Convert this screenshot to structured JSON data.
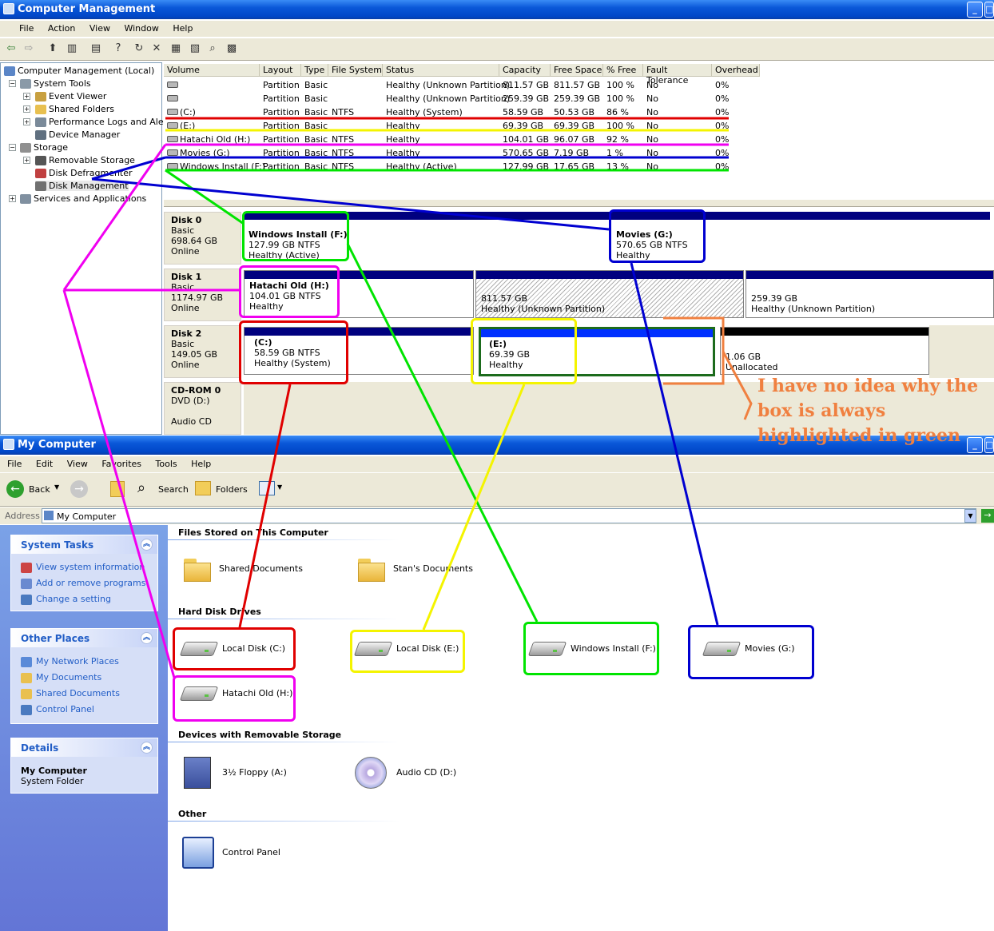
{
  "cm": {
    "title": "Computer Management",
    "menu": [
      "File",
      "Action",
      "View",
      "Window",
      "Help"
    ],
    "tree": [
      {
        "label": "Computer Management (Local)",
        "icon": "computer-icon"
      },
      {
        "label": "System Tools",
        "icon": "tools-icon"
      },
      {
        "label": "Event Viewer",
        "icon": "event-viewer-icon"
      },
      {
        "label": "Shared Folders",
        "icon": "shared-folder-icon"
      },
      {
        "label": "Performance Logs and Alerts",
        "icon": "performance-icon"
      },
      {
        "label": "Device Manager",
        "icon": "device-manager-icon"
      },
      {
        "label": "Storage",
        "icon": "storage-icon"
      },
      {
        "label": "Removable Storage",
        "icon": "removable-storage-icon"
      },
      {
        "label": "Disk Defragmenter",
        "icon": "defrag-icon"
      },
      {
        "label": "Disk Management",
        "icon": "disk-management-icon"
      },
      {
        "label": "Services and Applications",
        "icon": "services-icon"
      }
    ],
    "columns": [
      "Volume",
      "Layout",
      "Type",
      "File System",
      "Status",
      "Capacity",
      "Free Space",
      "% Free",
      "Fault Tolerance",
      "Overhead"
    ],
    "volumes": [
      [
        "",
        "Partition",
        "Basic",
        "",
        "Healthy (Unknown Partition)",
        "811.57 GB",
        "811.57 GB",
        "100 %",
        "No",
        "0%"
      ],
      [
        "",
        "Partition",
        "Basic",
        "",
        "Healthy (Unknown Partition)",
        "259.39 GB",
        "259.39 GB",
        "100 %",
        "No",
        "0%"
      ],
      [
        "(C:)",
        "Partition",
        "Basic",
        "NTFS",
        "Healthy (System)",
        "58.59 GB",
        "50.53 GB",
        "86 %",
        "No",
        "0%"
      ],
      [
        "(E:)",
        "Partition",
        "Basic",
        "",
        "Healthy",
        "69.39 GB",
        "69.39 GB",
        "100 %",
        "No",
        "0%"
      ],
      [
        "Hatachi Old (H:)",
        "Partition",
        "Basic",
        "NTFS",
        "Healthy",
        "104.01 GB",
        "96.07 GB",
        "92 %",
        "No",
        "0%"
      ],
      [
        "Movies (G:)",
        "Partition",
        "Basic",
        "NTFS",
        "Healthy",
        "570.65 GB",
        "7.19 GB",
        "1 %",
        "No",
        "0%"
      ],
      [
        "Windows Install (F:)",
        "Partition",
        "Basic",
        "NTFS",
        "Healthy (Active)",
        "127.99 GB",
        "17.65 GB",
        "13 %",
        "No",
        "0%"
      ]
    ],
    "disks": {
      "d0": {
        "name": "Disk 0",
        "type": "Basic",
        "size": "698.64 GB",
        "state": "Online"
      },
      "d1": {
        "name": "Disk 1",
        "type": "Basic",
        "size": "1174.97 GB",
        "state": "Online"
      },
      "d2": {
        "name": "Disk 2",
        "type": "Basic",
        "size": "149.05 GB",
        "state": "Online"
      },
      "cd": {
        "name": "CD-ROM 0",
        "type": "DVD (D:)",
        "media": "Audio CD"
      }
    },
    "parts": {
      "f": {
        "name": "Windows Install  (F:)",
        "size": "127.99 GB NTFS",
        "status": "Healthy (Active)"
      },
      "g": {
        "name": "Movies  (G:)",
        "size": "570.65 GB NTFS",
        "status": "Healthy"
      },
      "h": {
        "name": "Hatachi Old  (H:)",
        "size": "104.01 GB NTFS",
        "status": "Healthy"
      },
      "u1": {
        "size": "811.57 GB",
        "status": "Healthy (Unknown Partition)"
      },
      "u2": {
        "size": "259.39 GB",
        "status": "Healthy (Unknown Partition)"
      },
      "c": {
        "name": "(C:)",
        "size": "58.59 GB NTFS",
        "status": "Healthy (System)"
      },
      "e": {
        "name": "(E:)",
        "size": "69.39 GB",
        "status": "Healthy"
      },
      "un": {
        "size": "1.06 GB",
        "status": "Unallocated"
      }
    },
    "annotation": "I have no idea why the box is always highlighted in green"
  },
  "mc": {
    "title": "My Computer",
    "menu": [
      "File",
      "Edit",
      "View",
      "Favorites",
      "Tools",
      "Help"
    ],
    "toolbar": {
      "back": "Back",
      "search": "Search",
      "folders": "Folders"
    },
    "address_label": "Address",
    "address": "My Computer",
    "system_tasks": {
      "title": "System Tasks",
      "items": [
        "View system information",
        "Add or remove programs",
        "Change a setting"
      ]
    },
    "other_places": {
      "title": "Other Places",
      "items": [
        "My Network Places",
        "My Documents",
        "Shared Documents",
        "Control Panel"
      ]
    },
    "details": {
      "title": "Details",
      "name": "My Computer",
      "kind": "System Folder"
    },
    "groups": {
      "files": "Files Stored on This Computer",
      "hdd": "Hard Disk Drives",
      "removable": "Devices with Removable Storage",
      "other": "Other"
    },
    "files": [
      "Shared Documents",
      "Stan's Documents"
    ],
    "drives": [
      "Local Disk (C:)",
      "Local Disk (E:)",
      "Windows Install (F:)",
      "Movies  (G:)",
      "Hatachi Old (H:)"
    ],
    "removable": [
      "3½ Floppy (A:)",
      "Audio CD (D:)"
    ],
    "other": [
      "Control Panel"
    ]
  },
  "colors": {
    "red": "#e00000",
    "yellow": "#f4f400",
    "green": "#00e400",
    "blue": "#0000d0",
    "magenta": "#f000f0",
    "orange": "#f08040"
  }
}
